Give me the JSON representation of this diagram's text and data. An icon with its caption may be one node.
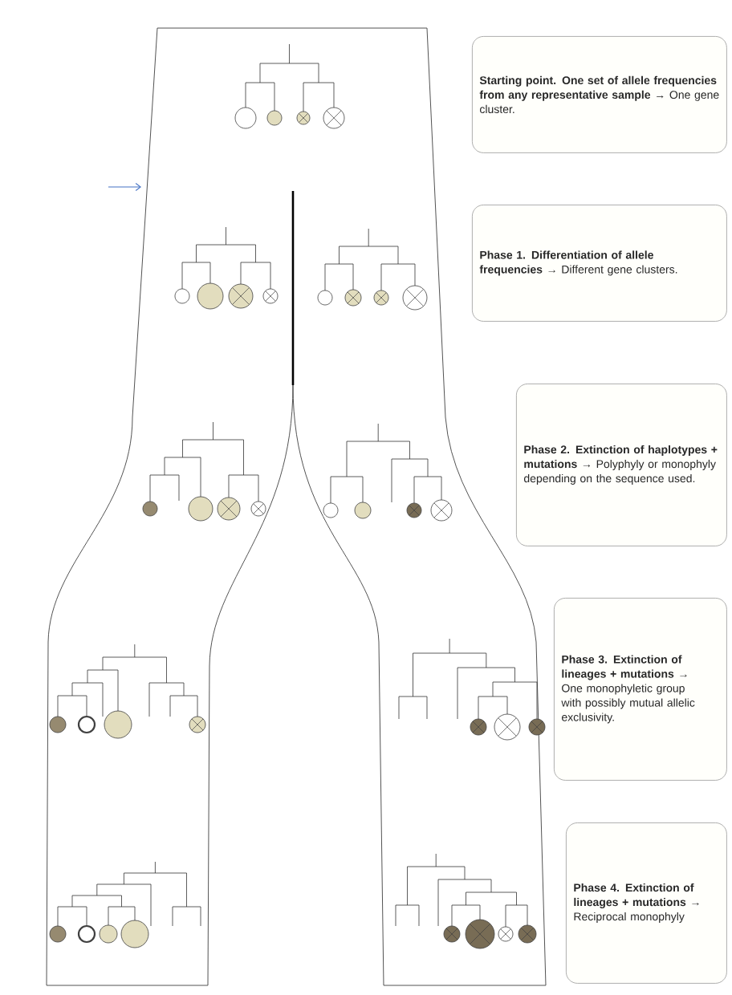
{
  "diagram": {
    "nodes": [
      {
        "text": [
          "**Starting point. One set of allele frequencies from any representative sample** → One gene cluster."
        ]
      },
      {
        "text": [
          "**Phase 1. Differentiation of allele frequencies** → Different gene clusters."
        ]
      },
      {
        "text": [
          "**Phase 2. Extinction of haplotypes + mutations** → Polyphyly or monophyly depending on the sequence used."
        ]
      },
      {
        "text": [
          "**Phase 3. Extinction of lineages + mutations** → One monophyletic group with possibly mutual allelic exclusivity."
        ]
      },
      {
        "text": [
          "**Phase 4. Extinction of lineages + mutations** → Reciprocal monophyly"
        ]
      }
    ]
  }
}
